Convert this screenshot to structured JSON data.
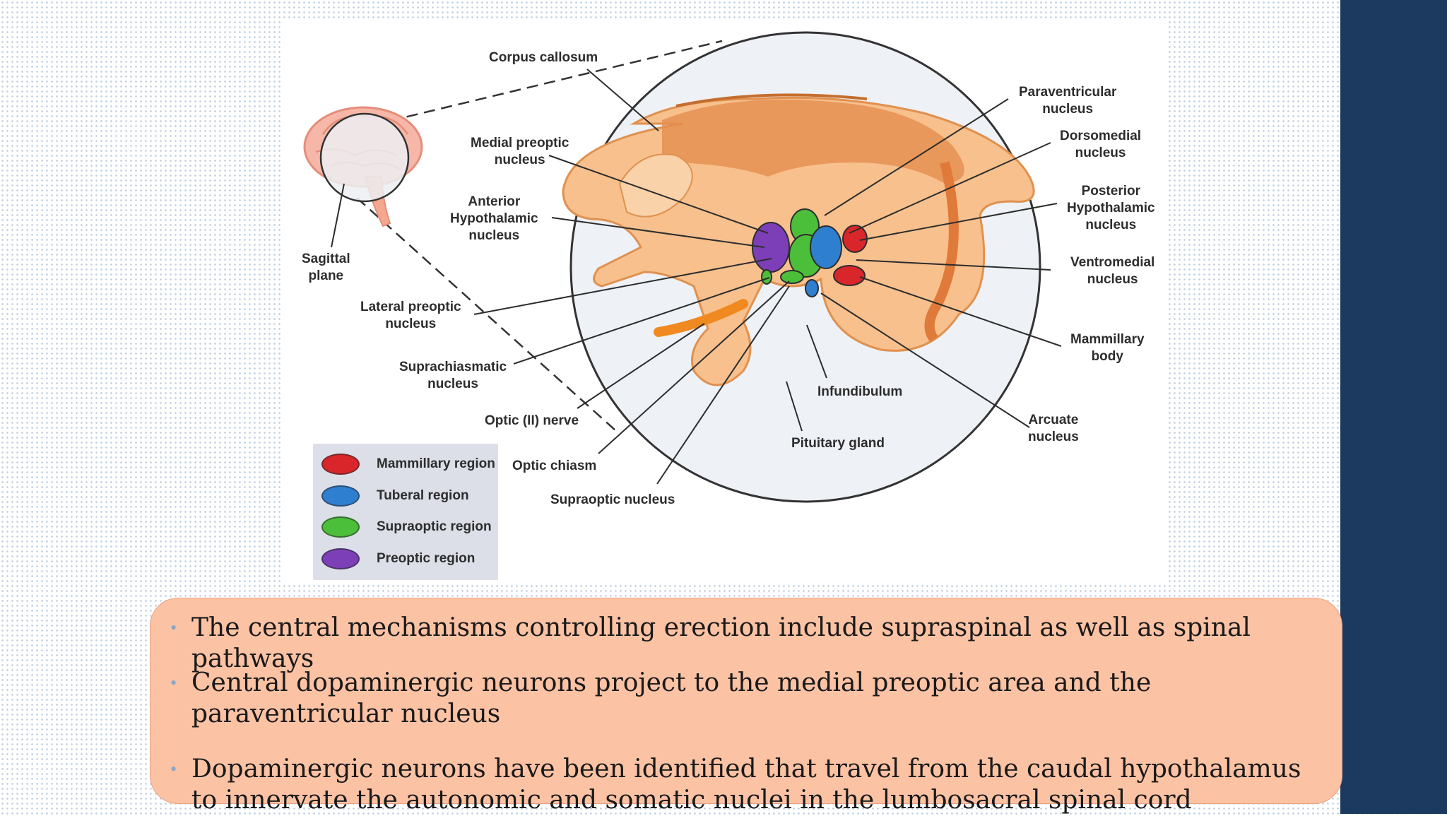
{
  "figure": {
    "labels": {
      "corpus_callosum": "Corpus callosum",
      "paraventricular": "Paraventricular\nnucleus",
      "dorsomedial": "Dorsomedial\nnucleus",
      "posterior_hypothalamic": "Posterior\nHypothalamic\nnucleus",
      "ventromedial": "Ventromedial\nnucleus",
      "mammillary_body": "Mammillary\nbody",
      "arcuate": "Arcuate\nnucleus",
      "medial_preoptic": "Medial preoptic\nnucleus",
      "anterior_hypothalamic": "Anterior\nHypothalamic\nnucleus",
      "sagittal_plane": "Sagittal\nplane",
      "lateral_preoptic": "Lateral preoptic\nnucleus",
      "suprachiasmatic": "Suprachiasmatic\nnucleus",
      "optic_nerve": "Optic (II) nerve",
      "optic_chiasm": "Optic chiasm",
      "supraoptic_nucleus": "Supraoptic nucleus",
      "pituitary_gland": "Pituitary gland",
      "infundibulum": "Infundibulum"
    },
    "legend": [
      {
        "label": "Mammillary region",
        "color": "#d9262b"
      },
      {
        "label": "Tuberal region",
        "color": "#2f7fd0"
      },
      {
        "label": "Supraoptic region",
        "color": "#4cbf3a"
      },
      {
        "label": "Preoptic region",
        "color": "#7d3fb8"
      }
    ]
  },
  "bullets": [
    "The central mechanisms controlling erection include supraspinal as well as spinal pathways",
    "Central dopaminergic neurons project to the medial preoptic area and the paraventricular nucleus",
    "Dopaminergic neurons have been identified that travel from the caudal hypothalamus to innervate the autonomic and somatic nuclei in the lumbosacral spinal cord"
  ],
  "colors": {
    "text_box": "#fcc2a4",
    "right_bar": "#1c3a5f",
    "bullet": "#8aa6c6"
  }
}
